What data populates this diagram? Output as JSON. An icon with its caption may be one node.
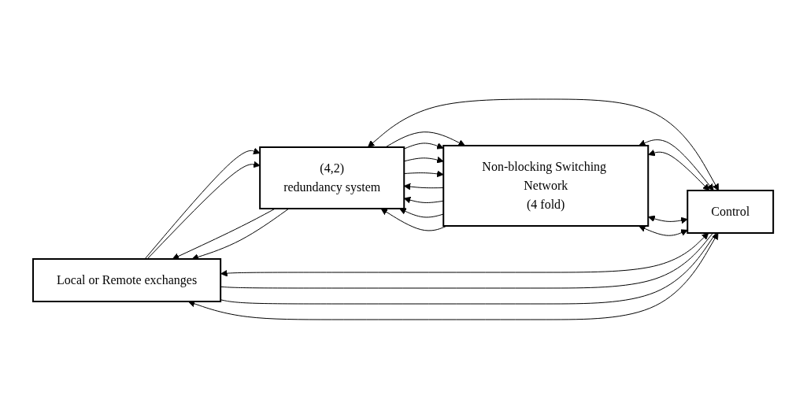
{
  "diagram": {
    "nodes": [
      {
        "text": [
          "Local or Remote exchanges"
        ]
      },
      {
        "text": [
          "(4,2)",
          "redundancy system"
        ]
      },
      {
        "text": [
          "Non-blocking Switching Network",
          "(4 fold)"
        ]
      },
      {
        "text": [
          "Control"
        ]
      }
    ],
    "edges": [
      {
        "from": 0,
        "to": 1,
        "arrow": "to"
      },
      {
        "from": 1,
        "to": 0,
        "arrow": "to"
      },
      {
        "from": 0,
        "to": 1,
        "arrow": "to"
      },
      {
        "from": 1,
        "to": 0,
        "arrow": "to"
      },
      {
        "from": 1,
        "to": 2,
        "arrow": "to"
      },
      {
        "from": 1,
        "to": 2,
        "arrow": "to"
      },
      {
        "from": 1,
        "to": 2,
        "arrow": "to"
      },
      {
        "from": 1,
        "to": 2,
        "arrow": "to"
      },
      {
        "from": 2,
        "to": 1,
        "arrow": "to"
      },
      {
        "from": 2,
        "to": 1,
        "arrow": "to"
      },
      {
        "from": 2,
        "to": 1,
        "arrow": "to"
      },
      {
        "from": 2,
        "to": 1,
        "arrow": "to"
      },
      {
        "from": 1,
        "to": 3,
        "arrow": "both"
      },
      {
        "from": 2,
        "to": 3,
        "arrow": "both"
      },
      {
        "from": 2,
        "to": 3,
        "arrow": "both"
      },
      {
        "from": 2,
        "to": 3,
        "arrow": "both"
      },
      {
        "from": 2,
        "to": 3,
        "arrow": "both"
      },
      {
        "from": 0,
        "to": 3,
        "arrow": "both"
      },
      {
        "from": 0,
        "to": 3,
        "arrow": "none"
      },
      {
        "from": 0,
        "to": 3,
        "arrow": "none"
      },
      {
        "from": 0,
        "to": 3,
        "arrow": "both"
      }
    ]
  }
}
